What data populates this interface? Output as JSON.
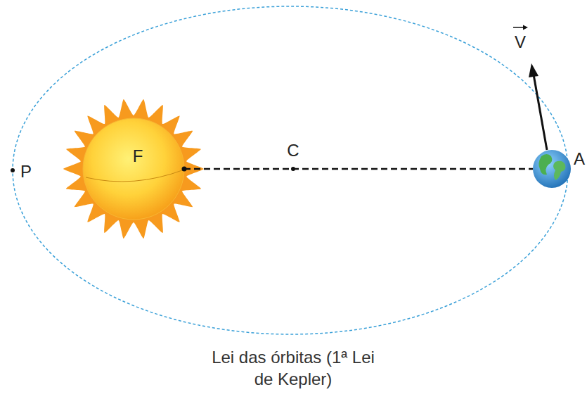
{
  "diagram": {
    "caption": "Lei das órbitas (1ª Lei de Kepler)",
    "labels": [
      "V",
      "F",
      "C",
      "P",
      "A"
    ]
  }
}
